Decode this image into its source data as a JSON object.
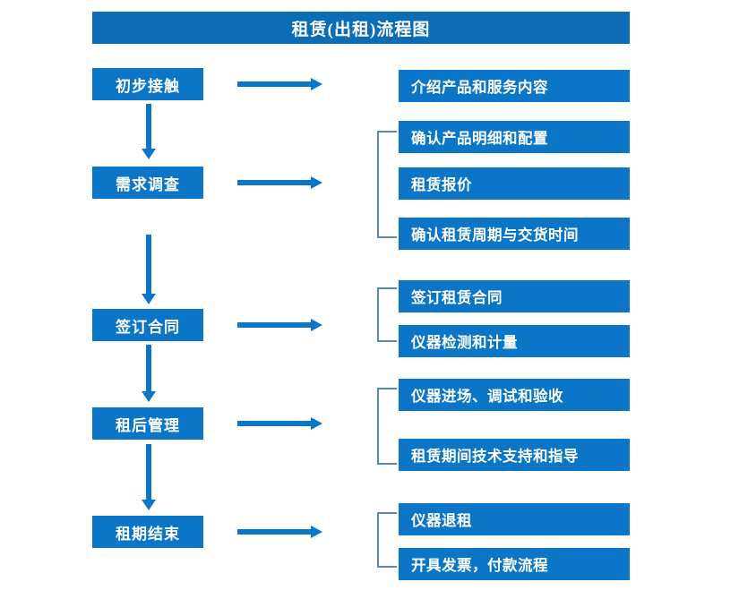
{
  "title": {
    "text": "租赁(出租)流程图"
  },
  "colors": {
    "box_blue": "#0b76c8",
    "title_blue": "#0b6cb8",
    "bracket_blue": "#5a87b4",
    "text_white": "#ffffff",
    "background": "#ffffff"
  },
  "flow": {
    "stages": [
      {
        "id": "stage-1",
        "label": "初步接触"
      },
      {
        "id": "stage-2",
        "label": "需求调查"
      },
      {
        "id": "stage-3",
        "label": "签订合同"
      },
      {
        "id": "stage-4",
        "label": "租后管理"
      },
      {
        "id": "stage-5",
        "label": "租期结束"
      }
    ],
    "details": [
      {
        "id": "detail-1",
        "label": "介绍产品和服务内容",
        "stage": "stage-1"
      },
      {
        "id": "detail-2",
        "label": "确认产品明细和配置",
        "stage": "stage-2"
      },
      {
        "id": "detail-3",
        "label": "租赁报价",
        "stage": "stage-2"
      },
      {
        "id": "detail-4",
        "label": "确认租赁周期与交货时间",
        "stage": "stage-2"
      },
      {
        "id": "detail-5",
        "label": "签订租赁合同",
        "stage": "stage-3"
      },
      {
        "id": "detail-6",
        "label": "仪器检测和计量",
        "stage": "stage-3"
      },
      {
        "id": "detail-7",
        "label": "仪器进场、调试和验收",
        "stage": "stage-4"
      },
      {
        "id": "detail-8",
        "label": "租赁期间技术支持和指导",
        "stage": "stage-4"
      },
      {
        "id": "detail-9",
        "label": "仪器退租",
        "stage": "stage-5"
      },
      {
        "id": "detail-10",
        "label": "开具发票，付款流程",
        "stage": "stage-5"
      }
    ],
    "connectors": {
      "vertical_arrow_count": 4,
      "horizontal_arrow_count": 5,
      "bracket_count": 4
    }
  }
}
